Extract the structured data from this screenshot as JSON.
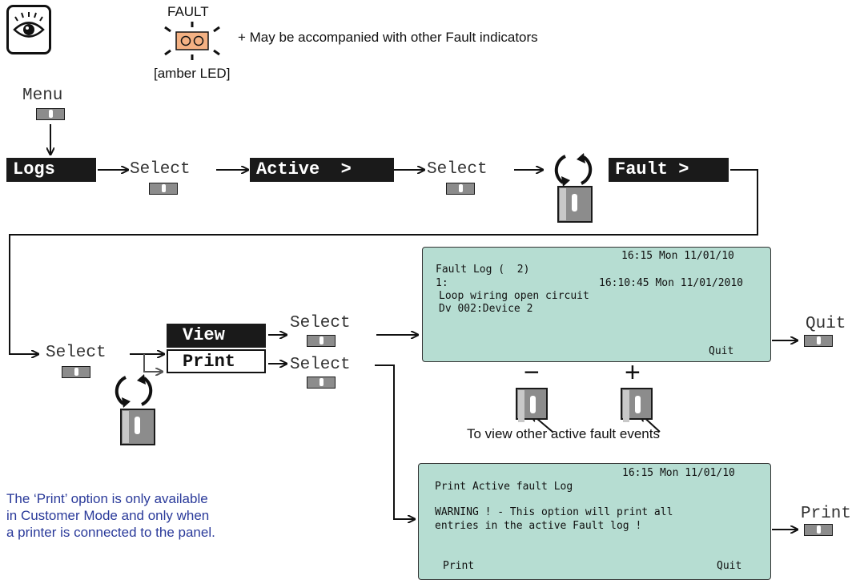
{
  "fault_indicator": {
    "title": "FAULT",
    "led_caption": "[amber LED]",
    "note": "+ May be accompanied with other Fault indicators",
    "led_color": "#f4b183"
  },
  "icons": {
    "view": "eye-icon"
  },
  "buttons": {
    "menu": "Menu",
    "select": "Select",
    "quit": "Quit",
    "print": "Print"
  },
  "menus": {
    "logs": "Logs",
    "active": "Active  >",
    "fault": "Fault >",
    "view": "View",
    "print": "Print"
  },
  "lcd_fault": {
    "time": "16:15 Mon 11/01/10",
    "title": "Fault Log (  2)",
    "entry_index": "1:",
    "entry_time": "16:10:45 Mon 11/01/2010",
    "entry_desc": "Loop wiring open circuit",
    "entry_device": "Dv 002:Device 2",
    "softkey_right": "Quit"
  },
  "lcd_print": {
    "time": "16:15 Mon 11/01/10",
    "title": "Print Active fault Log",
    "warning_line1": "WARNING ! - This option will print all",
    "warning_line2": "entries in the active Fault log !",
    "softkey_left": "Print",
    "softkey_right": "Quit"
  },
  "scroll": {
    "minus": "−",
    "plus": "+",
    "caption": "To view other active fault events"
  },
  "print_note": {
    "line1": "The ‘Print’ option is only available",
    "line2": "in Customer Mode and  only when",
    "line3": "a printer is connected to the panel."
  }
}
